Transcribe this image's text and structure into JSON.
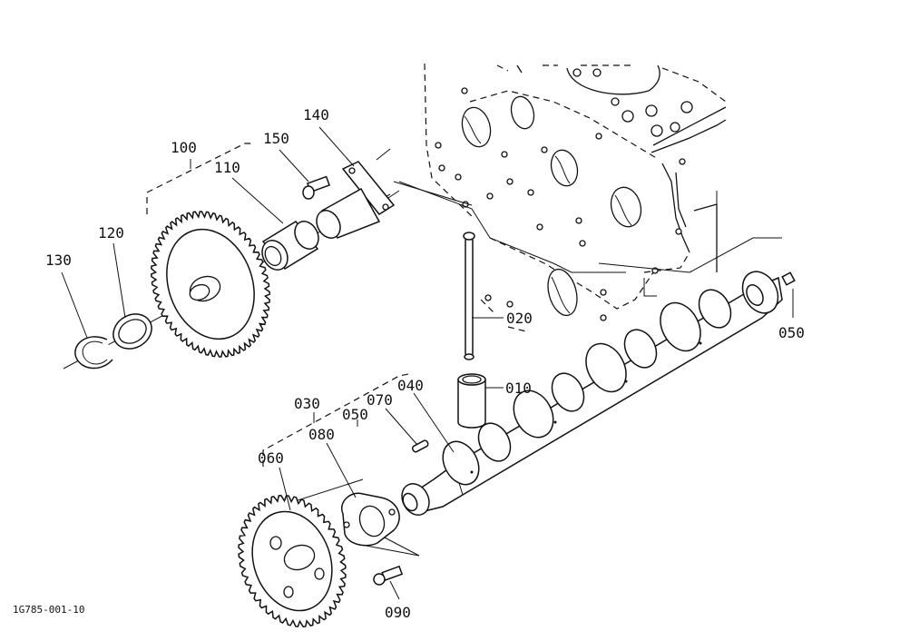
{
  "diagram": {
    "drawing_code": "1G785-001-10",
    "callouts": [
      {
        "id": "p100",
        "label": "100"
      },
      {
        "id": "p150",
        "label": "150"
      },
      {
        "id": "p140",
        "label": "140"
      },
      {
        "id": "p110",
        "label": "110"
      },
      {
        "id": "p120",
        "label": "120"
      },
      {
        "id": "p130",
        "label": "130"
      },
      {
        "id": "p020",
        "label": "020"
      },
      {
        "id": "p050a",
        "label": "050"
      },
      {
        "id": "p010",
        "label": "010"
      },
      {
        "id": "p040",
        "label": "040"
      },
      {
        "id": "p030",
        "label": "030"
      },
      {
        "id": "p070",
        "label": "070"
      },
      {
        "id": "p050b",
        "label": "050"
      },
      {
        "id": "p080",
        "label": "080"
      },
      {
        "id": "p060",
        "label": "060"
      },
      {
        "id": "p090",
        "label": "090"
      }
    ]
  }
}
